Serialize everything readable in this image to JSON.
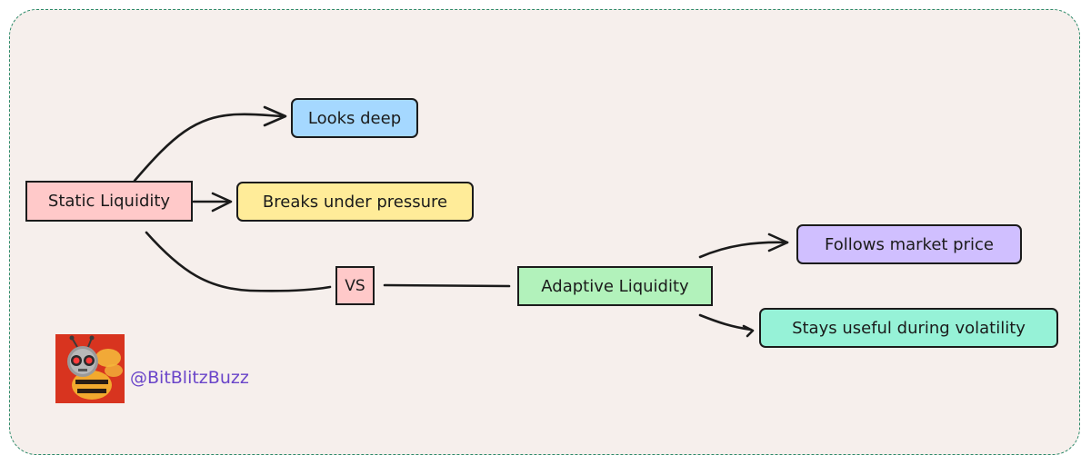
{
  "nodes": {
    "static_liquidity": "Static Liquidity",
    "looks_deep": "Looks deep",
    "breaks_under_pressure": "Breaks under pressure",
    "vs": "VS",
    "adaptive_liquidity": "Adaptive Liquidity",
    "follows_market_price": "Follows market price",
    "stays_useful": "Stays useful during volatility"
  },
  "author": {
    "handle": "@BitBlitzBuzz",
    "avatar_icon": "robot-bee-icon"
  },
  "colors": {
    "frame_border": "#2e8b6a",
    "background": "#f6efec",
    "static_fill": "#ffc9c9",
    "looks_fill": "#a5d8ff",
    "breaks_fill": "#ffec99",
    "adaptive_fill": "#b2f2bb",
    "follows_fill": "#d0bfff",
    "stays_fill": "#96f2d7",
    "handle_color": "#6a45c9"
  }
}
